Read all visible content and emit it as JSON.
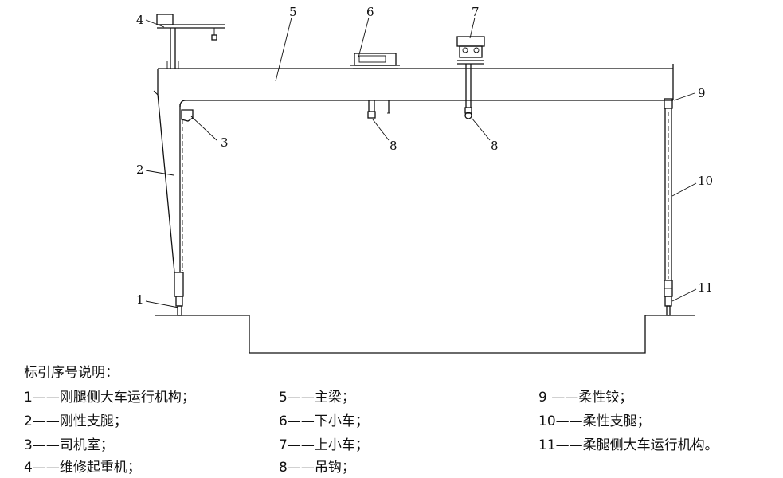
{
  "callouts": [
    "1",
    "2",
    "3",
    "4",
    "5",
    "6",
    "7",
    "8",
    "8",
    "9",
    "10",
    "11"
  ],
  "legend": {
    "title": "标引序号说明：",
    "items": [
      "1——刚腿侧大车运行机构；",
      "2——刚性支腿；",
      "3——司机室；",
      "4——维修起重机；",
      "5——主梁；",
      "6——下小车；",
      "7——上小车；",
      "8——吊钩；",
      "9 ——柔性铰；",
      "10——柔性支腿；",
      "11——柔腿侧大车运行机构。"
    ]
  }
}
